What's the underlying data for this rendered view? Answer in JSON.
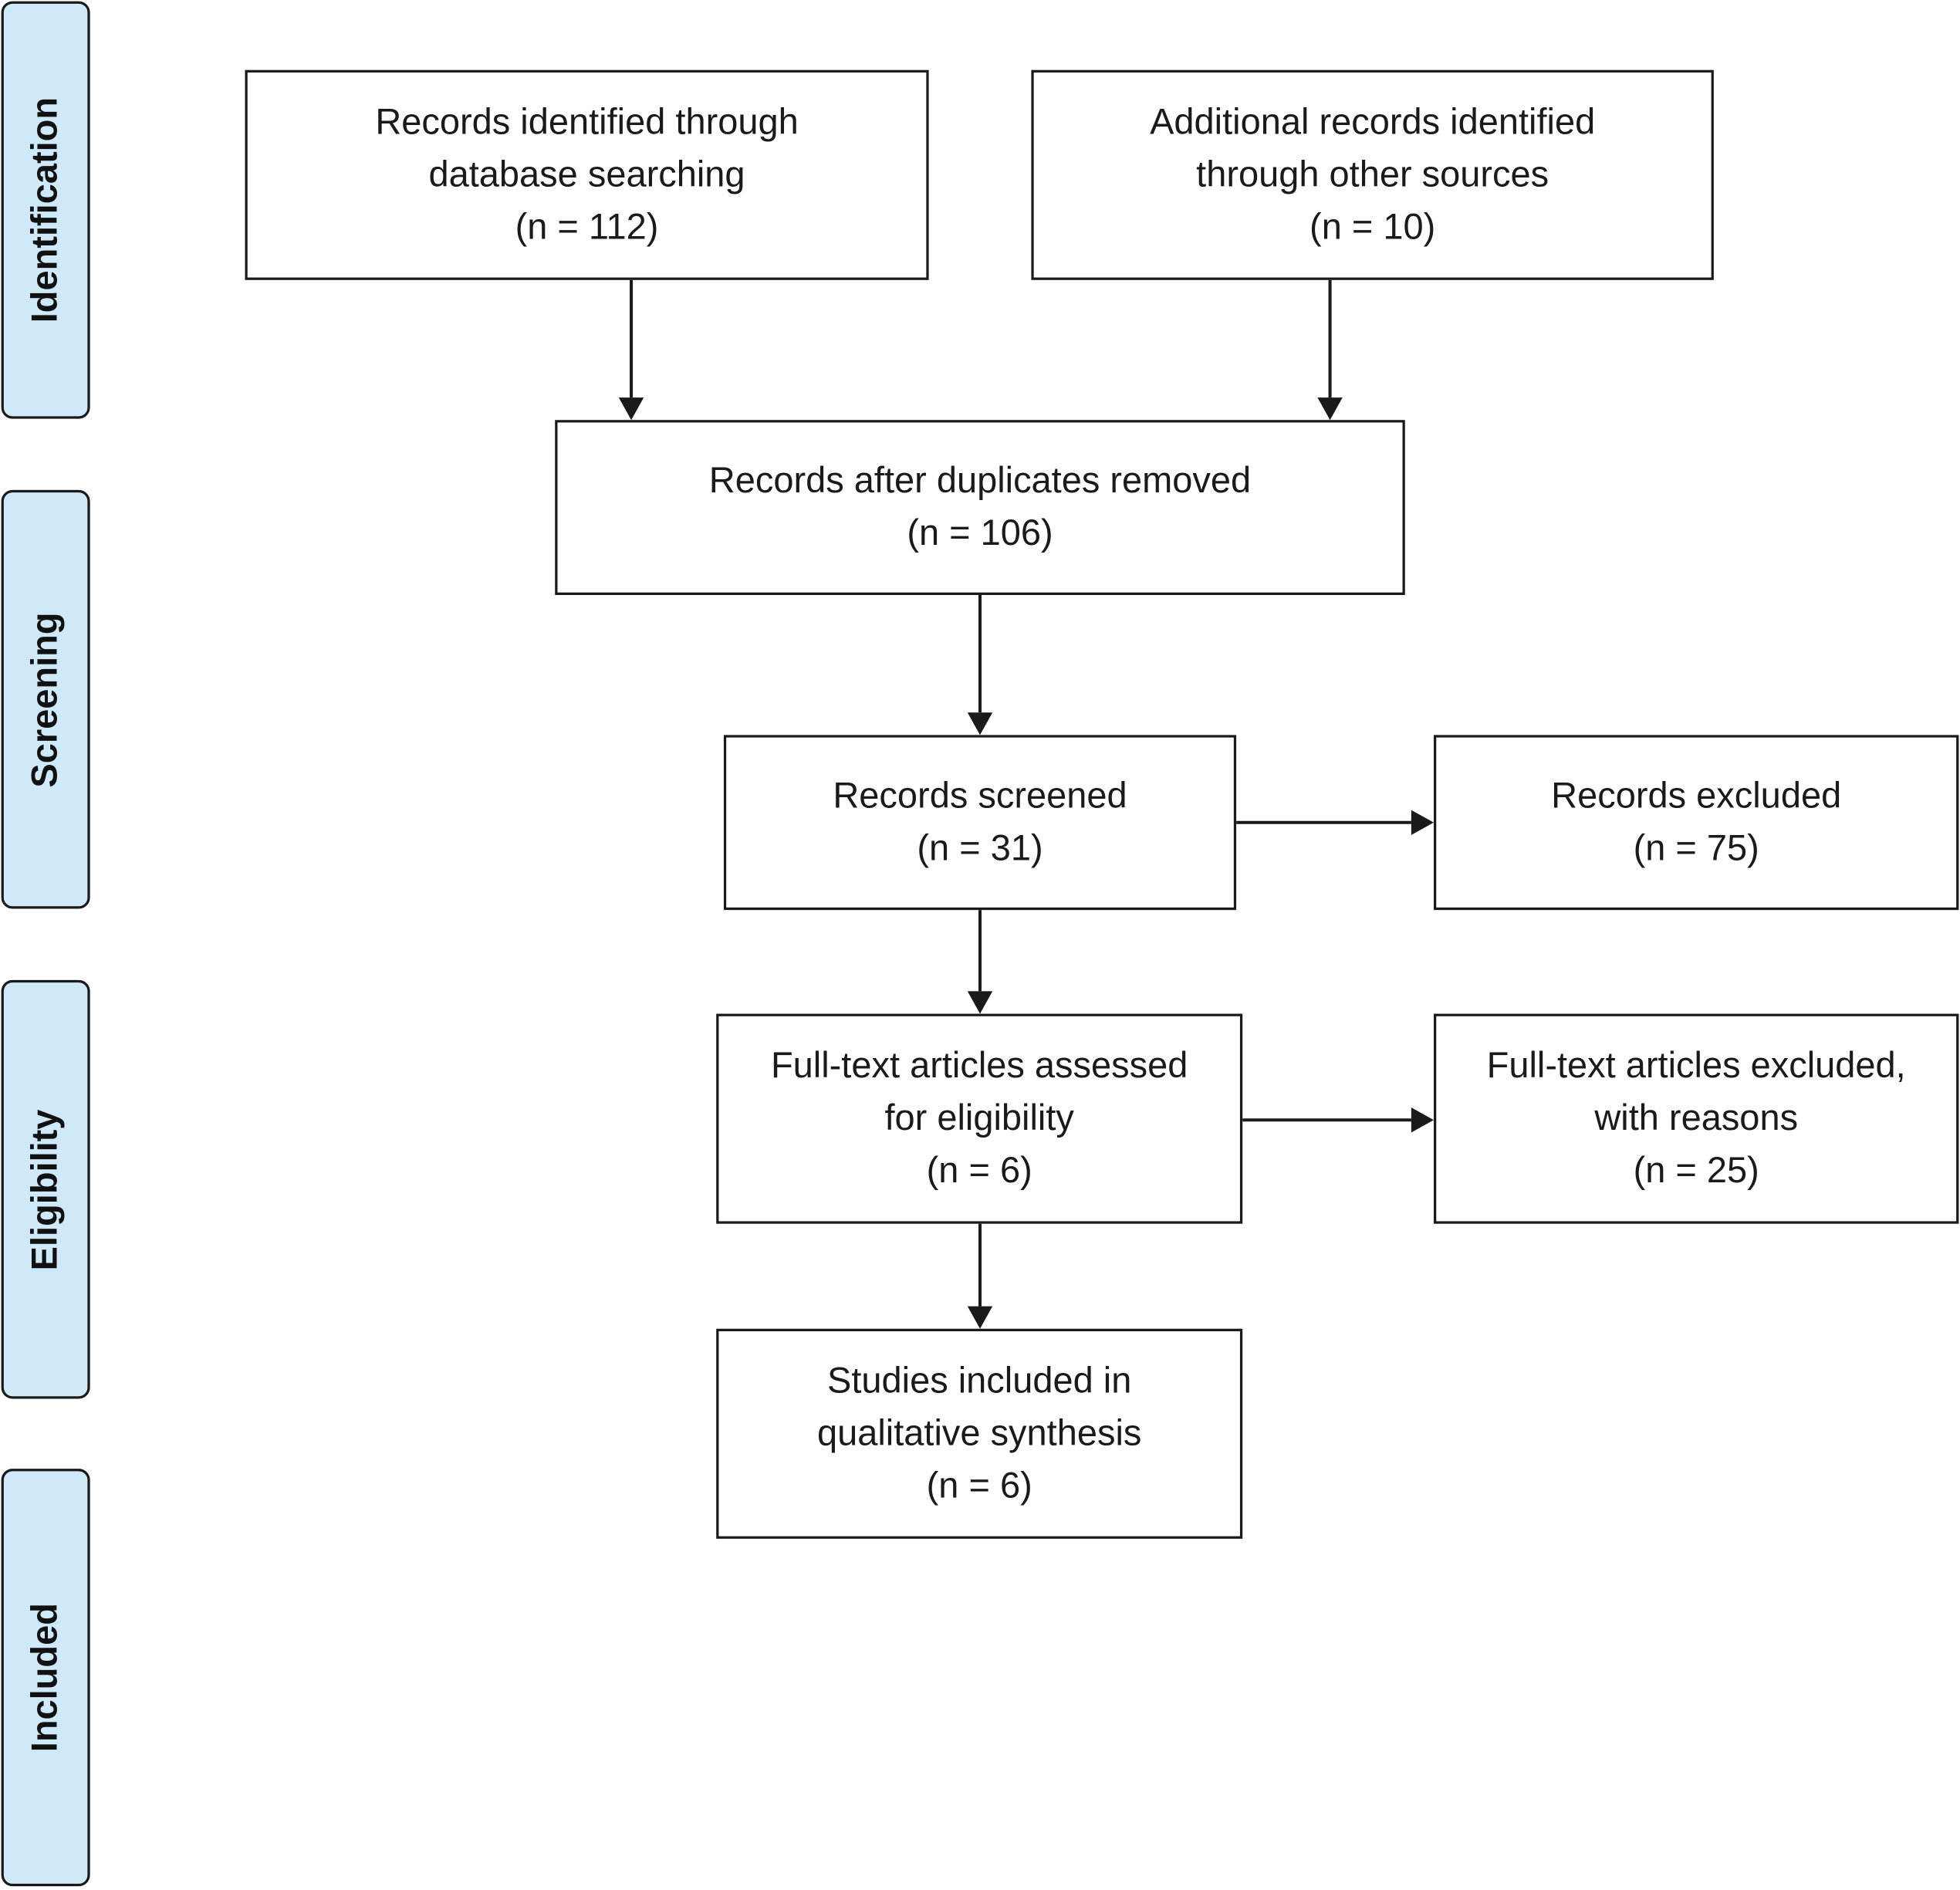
{
  "phases": {
    "identification": "Identification",
    "screening": "Screening",
    "eligibility": "Eligibility",
    "included": "Included"
  },
  "boxes": {
    "database": {
      "line1": "Records identified through",
      "line2": "database searching",
      "count": "(n = 112)"
    },
    "other_sources": {
      "line1": "Additional records identified",
      "line2": "through other sources",
      "count": "(n = 10)"
    },
    "after_duplicates": {
      "line1": "Records after duplicates removed",
      "count": "(n = 106)"
    },
    "screened": {
      "line1": "Records screened",
      "count": "(n = 31)"
    },
    "excluded": {
      "line1": "Records excluded",
      "count": "(n = 75)"
    },
    "fulltext_assessed": {
      "line1": "Full-text articles assessed",
      "line2": "for eligibility",
      "count": "(n = 6)"
    },
    "fulltext_excluded": {
      "line1": "Full-text articles excluded,",
      "line2": "with reasons",
      "count": "(n = 25)"
    },
    "included": {
      "line1": "Studies included in",
      "line2": "qualitative synthesis",
      "count": "(n = 6)"
    }
  },
  "colors": {
    "phase_fill": "#cfe9fb",
    "stroke": "#1a1a1a"
  }
}
